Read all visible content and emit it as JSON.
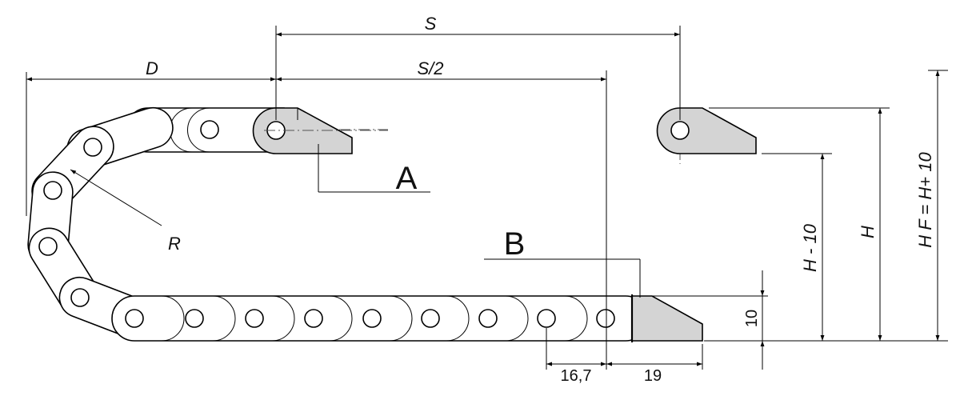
{
  "labels": {
    "dim_s": "S",
    "dim_s_half": "S/2",
    "dim_d": "D",
    "dim_r": "R",
    "part_a": "A",
    "part_b": "B",
    "dim_h_minus": "H - 10",
    "dim_h": "H",
    "dim_hf": "H F = H+ 10",
    "dim_10": "10",
    "dim_16_7": "16,7",
    "dim_19": "19"
  },
  "colors": {
    "bracket_fill": "#d4d4d4",
    "line": "#000000"
  }
}
